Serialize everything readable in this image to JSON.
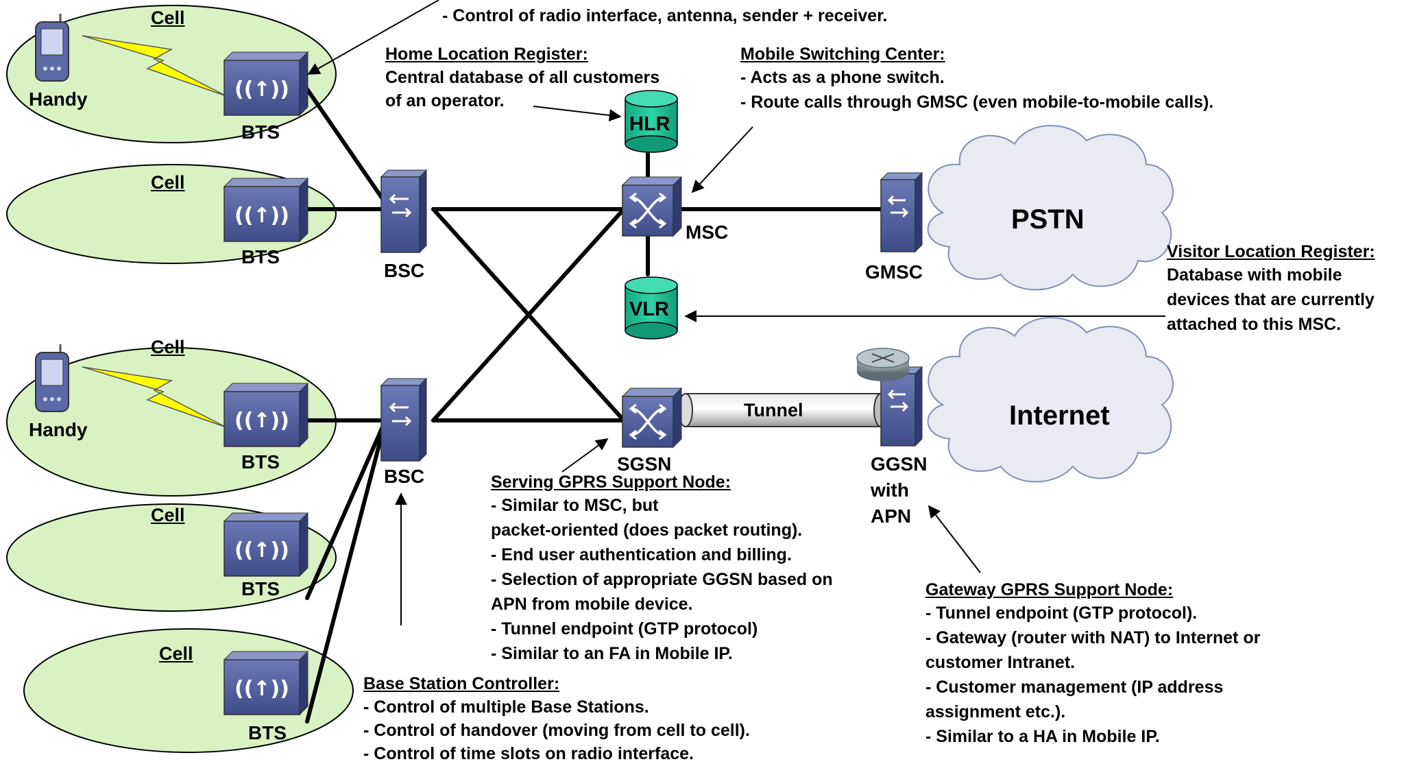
{
  "labels": {
    "cell": "Cell",
    "handy": "Handy",
    "bts": "BTS",
    "bsc": "BSC",
    "msc": "MSC",
    "hlr": "HLR",
    "vlr": "VLR",
    "gmsc": "GMSC",
    "sgsn": "SGSN",
    "ggsn_line1": "GGSN",
    "ggsn_line2": "with",
    "ggsn_line3": "APN",
    "pstn": "PSTN",
    "internet": "Internet",
    "tunnel": "Tunnel"
  },
  "callouts": {
    "bts_top": {
      "line": "- Control of radio interface, antenna, sender + receiver."
    },
    "hlr": {
      "title": "Home Location Register:",
      "lines": [
        "Central database of all customers",
        "of an operator."
      ]
    },
    "msc": {
      "title": "Mobile Switching Center:",
      "lines": [
        "- Acts as a phone switch.",
        "- Route calls through GMSC (even mobile-to-mobile calls)."
      ]
    },
    "vlr": {
      "title": "Visitor Location Register:",
      "lines": [
        "Database with mobile",
        "devices that are currently",
        "attached to this MSC."
      ]
    },
    "sgsn": {
      "title": "Serving GPRS Support Node:",
      "lines": [
        "- Similar to MSC, but",
        "packet-oriented (does packet routing).",
        "- End user authentication and billing.",
        "- Selection of appropriate GGSN based on",
        "APN from mobile device.",
        "- Tunnel endpoint (GTP protocol)",
        "- Similar to an FA in Mobile IP."
      ]
    },
    "ggsn": {
      "title": "Gateway GPRS Support Node:",
      "lines": [
        "- Tunnel endpoint (GTP protocol).",
        "- Gateway (router with NAT) to Internet or",
        "customer Intranet.",
        "- Customer management (IP address",
        "assignment etc.).",
        "- Similar to a HA in Mobile IP."
      ]
    },
    "bsc": {
      "title": "Base Station Controller:",
      "lines": [
        "- Control of multiple Base Stations.",
        "- Control of handover (moving from cell to cell).",
        "- Control of time slots on radio interface."
      ]
    }
  },
  "colors": {
    "cell_fill": "#d9f2c4",
    "device_blue": "#4a5a96",
    "db_teal": "#1fc59a",
    "lightning": "#ffff00",
    "cloud": "#e9eaf2"
  }
}
